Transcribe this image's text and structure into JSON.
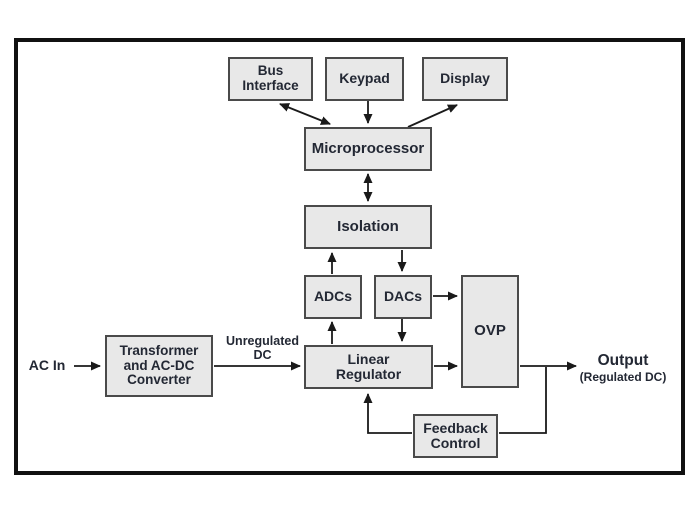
{
  "nodes": {
    "bus_interface": "Bus\nInterface",
    "keypad": "Keypad",
    "display": "Display",
    "microprocessor": "Microprocessor",
    "isolation": "Isolation",
    "adcs": "ADCs",
    "dacs": "DACs",
    "ovp": "OVP",
    "linear_regulator": "Linear\nRegulator",
    "transformer": "Transformer\nand AC-DC\nConverter",
    "feedback": "Feedback\nControl"
  },
  "labels": {
    "ac_in": "AC In",
    "unregulated_dc": "Unregulated\nDC",
    "output": "Output",
    "output_sub": "(Regulated DC)"
  },
  "colors": {
    "box_fill": "#e8e8e8",
    "box_border": "#4a4a4a",
    "text": "#232834",
    "wire": "#1a1a1a",
    "frame": "#111111",
    "background": "#ffffff"
  },
  "connections": [
    {
      "from": "bus_interface",
      "to": "microprocessor",
      "bidirectional": true
    },
    {
      "from": "keypad",
      "to": "microprocessor",
      "bidirectional": false
    },
    {
      "from": "microprocessor",
      "to": "display",
      "bidirectional": false
    },
    {
      "from": "microprocessor",
      "to": "isolation",
      "bidirectional": true
    },
    {
      "from": "adcs",
      "to": "isolation",
      "bidirectional": false
    },
    {
      "from": "isolation",
      "to": "dacs",
      "bidirectional": false
    },
    {
      "from": "linear_regulator",
      "to": "adcs",
      "bidirectional": false
    },
    {
      "from": "dacs",
      "to": "linear_regulator",
      "bidirectional": false
    },
    {
      "from": "dacs",
      "to": "ovp",
      "bidirectional": false
    },
    {
      "from": "linear_regulator",
      "to": "ovp",
      "bidirectional": false
    },
    {
      "from": "ac_in",
      "to": "transformer",
      "bidirectional": false
    },
    {
      "from": "transformer",
      "to": "linear_regulator",
      "label": "Unregulated DC",
      "bidirectional": false
    },
    {
      "from": "ovp",
      "to": "output",
      "bidirectional": false
    },
    {
      "from": "output_line",
      "to": "feedback",
      "bidirectional": false
    },
    {
      "from": "feedback",
      "to": "linear_regulator",
      "bidirectional": false
    }
  ]
}
